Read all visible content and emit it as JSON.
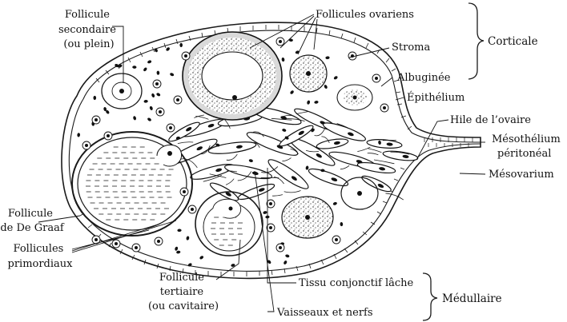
{
  "labels": {
    "follicule_secondaire": [
      "Follicule",
      "secondaire",
      "(ou plein)"
    ],
    "follicules_ovariens": "Follicules ovariens",
    "stroma": "Stroma",
    "corticale": "Corticale",
    "albuginee": "Albuginée",
    "epithelium": "Épithélium",
    "hile": "Hile de l’ovaire",
    "mesothelium": [
      "Mésothélium",
      "péritonéal"
    ],
    "mesovarium": "Mésovarium",
    "follicule_de_graaf": [
      "Follicule",
      "de De Graaf"
    ],
    "follicules_primordiaux": [
      "Follicules",
      "primordiaux"
    ],
    "follicule_tertiaire": [
      "Follicule",
      "tertiaire",
      "(ou cavitaire)"
    ],
    "tissu_conjonctif": "Tissu conjonctif lâche",
    "medullaire": "Médullaire",
    "vaisseaux": "Vaisseaux et nerfs"
  }
}
